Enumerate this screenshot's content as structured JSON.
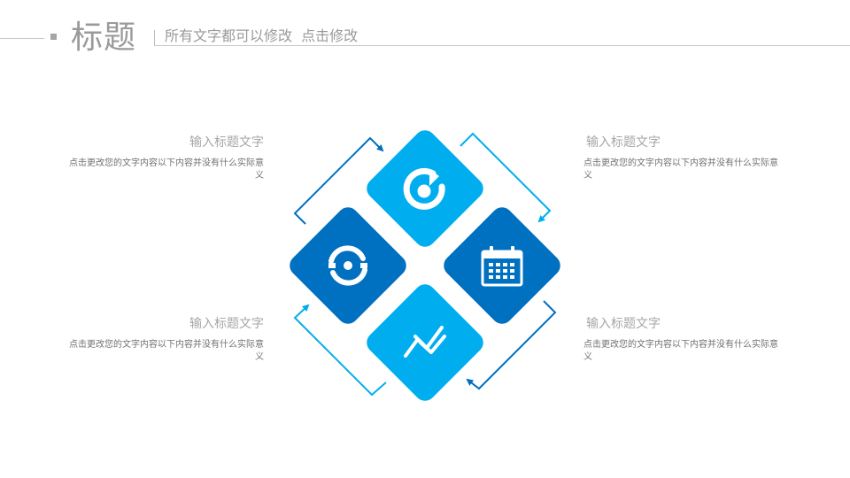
{
  "header": {
    "title": "标题",
    "subtitle": "所有文字都可以修改  点击修改"
  },
  "colors": {
    "light_blue": "#00AEEF",
    "dark_blue": "#0070C0",
    "heading_gray": "#9A9A9A",
    "text_gray": "#707070"
  },
  "blocks": [
    {
      "title": "输入标题文字",
      "desc": "点击更改您的文字内容以下内容并没有什么实际意义"
    },
    {
      "title": "输入标题文字",
      "desc": "点击更改您的文字内容以下内容并没有什么实际意义"
    },
    {
      "title": "输入标题文字",
      "desc": "点击更改您的文字内容以下内容并没有什么实际意义"
    },
    {
      "title": "输入标题文字",
      "desc": "点击更改您的文字内容以下内容并没有什么实际意义"
    }
  ],
  "diamonds": [
    {
      "position": "top",
      "color": "light",
      "icon": "music-note-icon"
    },
    {
      "position": "left",
      "color": "dark",
      "icon": "sync-arrows-icon"
    },
    {
      "position": "right",
      "color": "dark",
      "icon": "calendar-icon"
    },
    {
      "position": "bottom",
      "color": "light",
      "icon": "trend-line-icon"
    }
  ]
}
